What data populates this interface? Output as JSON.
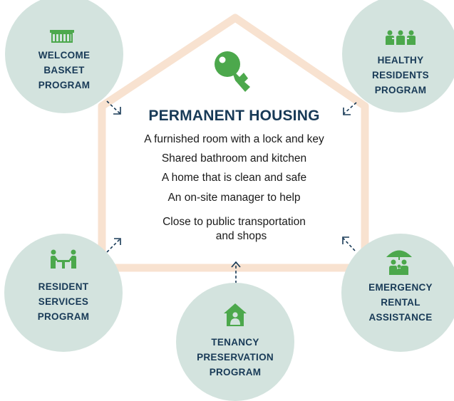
{
  "main": {
    "title": "PERMANENT HOUSING",
    "features": [
      "A furnished room with a lock and key",
      "Shared bathroom and kitchen",
      "A home that is clean and safe",
      "An on-site manager to help",
      "Close to public transportation",
      "and shops"
    ]
  },
  "programs": {
    "welcome": {
      "lines": [
        "WELCOME",
        "BASKET",
        "PROGRAM"
      ],
      "icon": "basket-icon"
    },
    "healthy": {
      "lines": [
        "HEALTHY",
        "RESIDENTS",
        "PROGRAM"
      ],
      "icon": "people-group-icon"
    },
    "resident": {
      "lines": [
        "RESIDENT",
        "SERVICES",
        "PROGRAM"
      ],
      "icon": "meeting-table-icon"
    },
    "tenancy": {
      "lines": [
        "TENANCY",
        "PRESERVATION",
        "PROGRAM"
      ],
      "icon": "house-person-icon"
    },
    "emergency": {
      "lines": [
        "EMERGENCY",
        "RENTAL",
        "ASSISTANCE"
      ],
      "icon": "umbrella-family-icon"
    }
  },
  "colors": {
    "house_outline": "#f8e2d0",
    "circle_fill": "#d3e3de",
    "icon_green": "#4ca84c",
    "text_navy": "#183a57"
  }
}
